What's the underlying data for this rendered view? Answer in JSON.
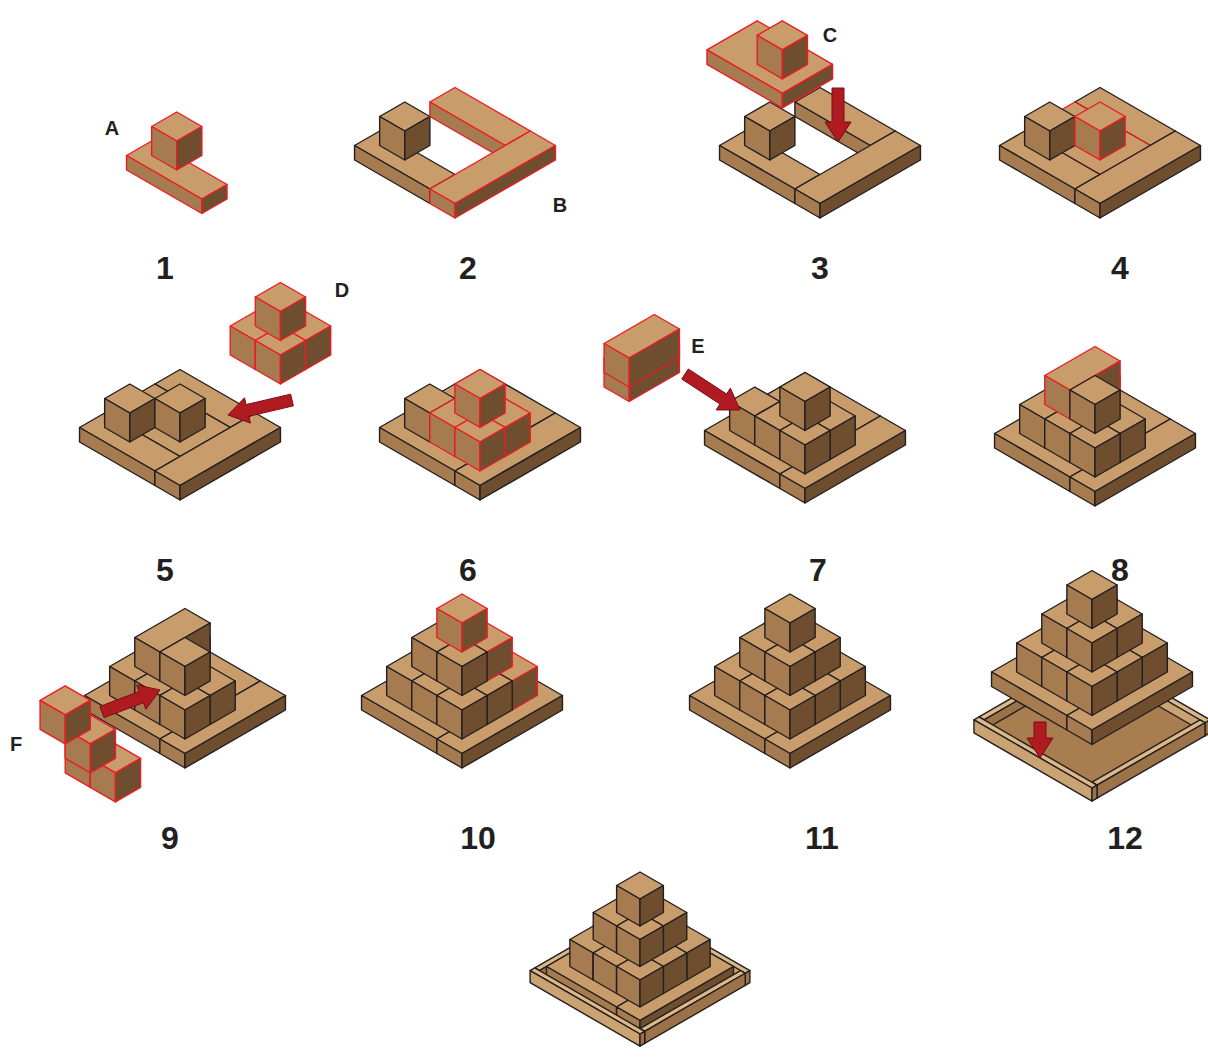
{
  "diagram": {
    "labels": [
      "A",
      "B",
      "C",
      "1",
      "2",
      "3",
      "4",
      "D",
      "E",
      "5",
      "6",
      "7",
      "8",
      "F",
      "9",
      "10",
      "11",
      "12"
    ]
  }
}
